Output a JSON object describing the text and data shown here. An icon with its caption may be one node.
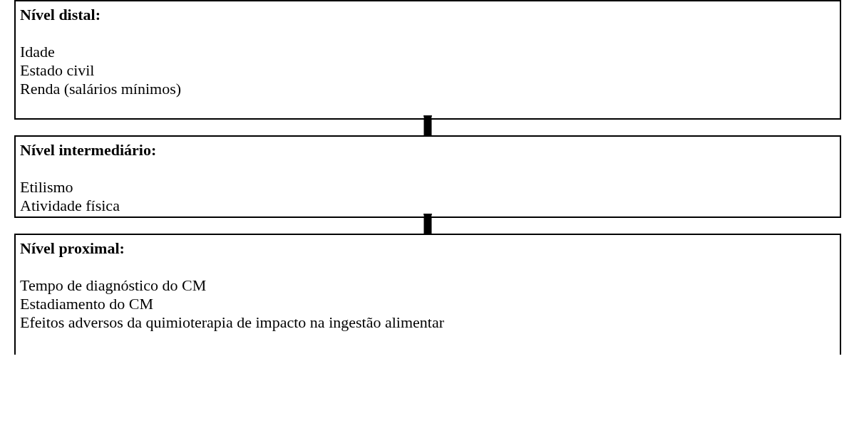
{
  "diagram": {
    "nodes": [
      {
        "text": [
          "Nível distal:",
          "Idade",
          "Estado civil",
          "Renda (salários mínimos)"
        ]
      },
      {
        "text": [
          "Nível intermediário:",
          "Etilismo",
          "Atividade física"
        ]
      },
      {
        "text": [
          "Nível proximal:",
          "Tempo de diagnóstico do CM",
          "Estadiamento do CM",
          "Efeitos adversos da quimioterapia de impacto na ingestão alimentar"
        ]
      }
    ],
    "edges": [
      {
        "from": 0,
        "to": 1,
        "arrow": "to"
      },
      {
        "from": 1,
        "to": 2,
        "arrow": "to"
      }
    ]
  }
}
